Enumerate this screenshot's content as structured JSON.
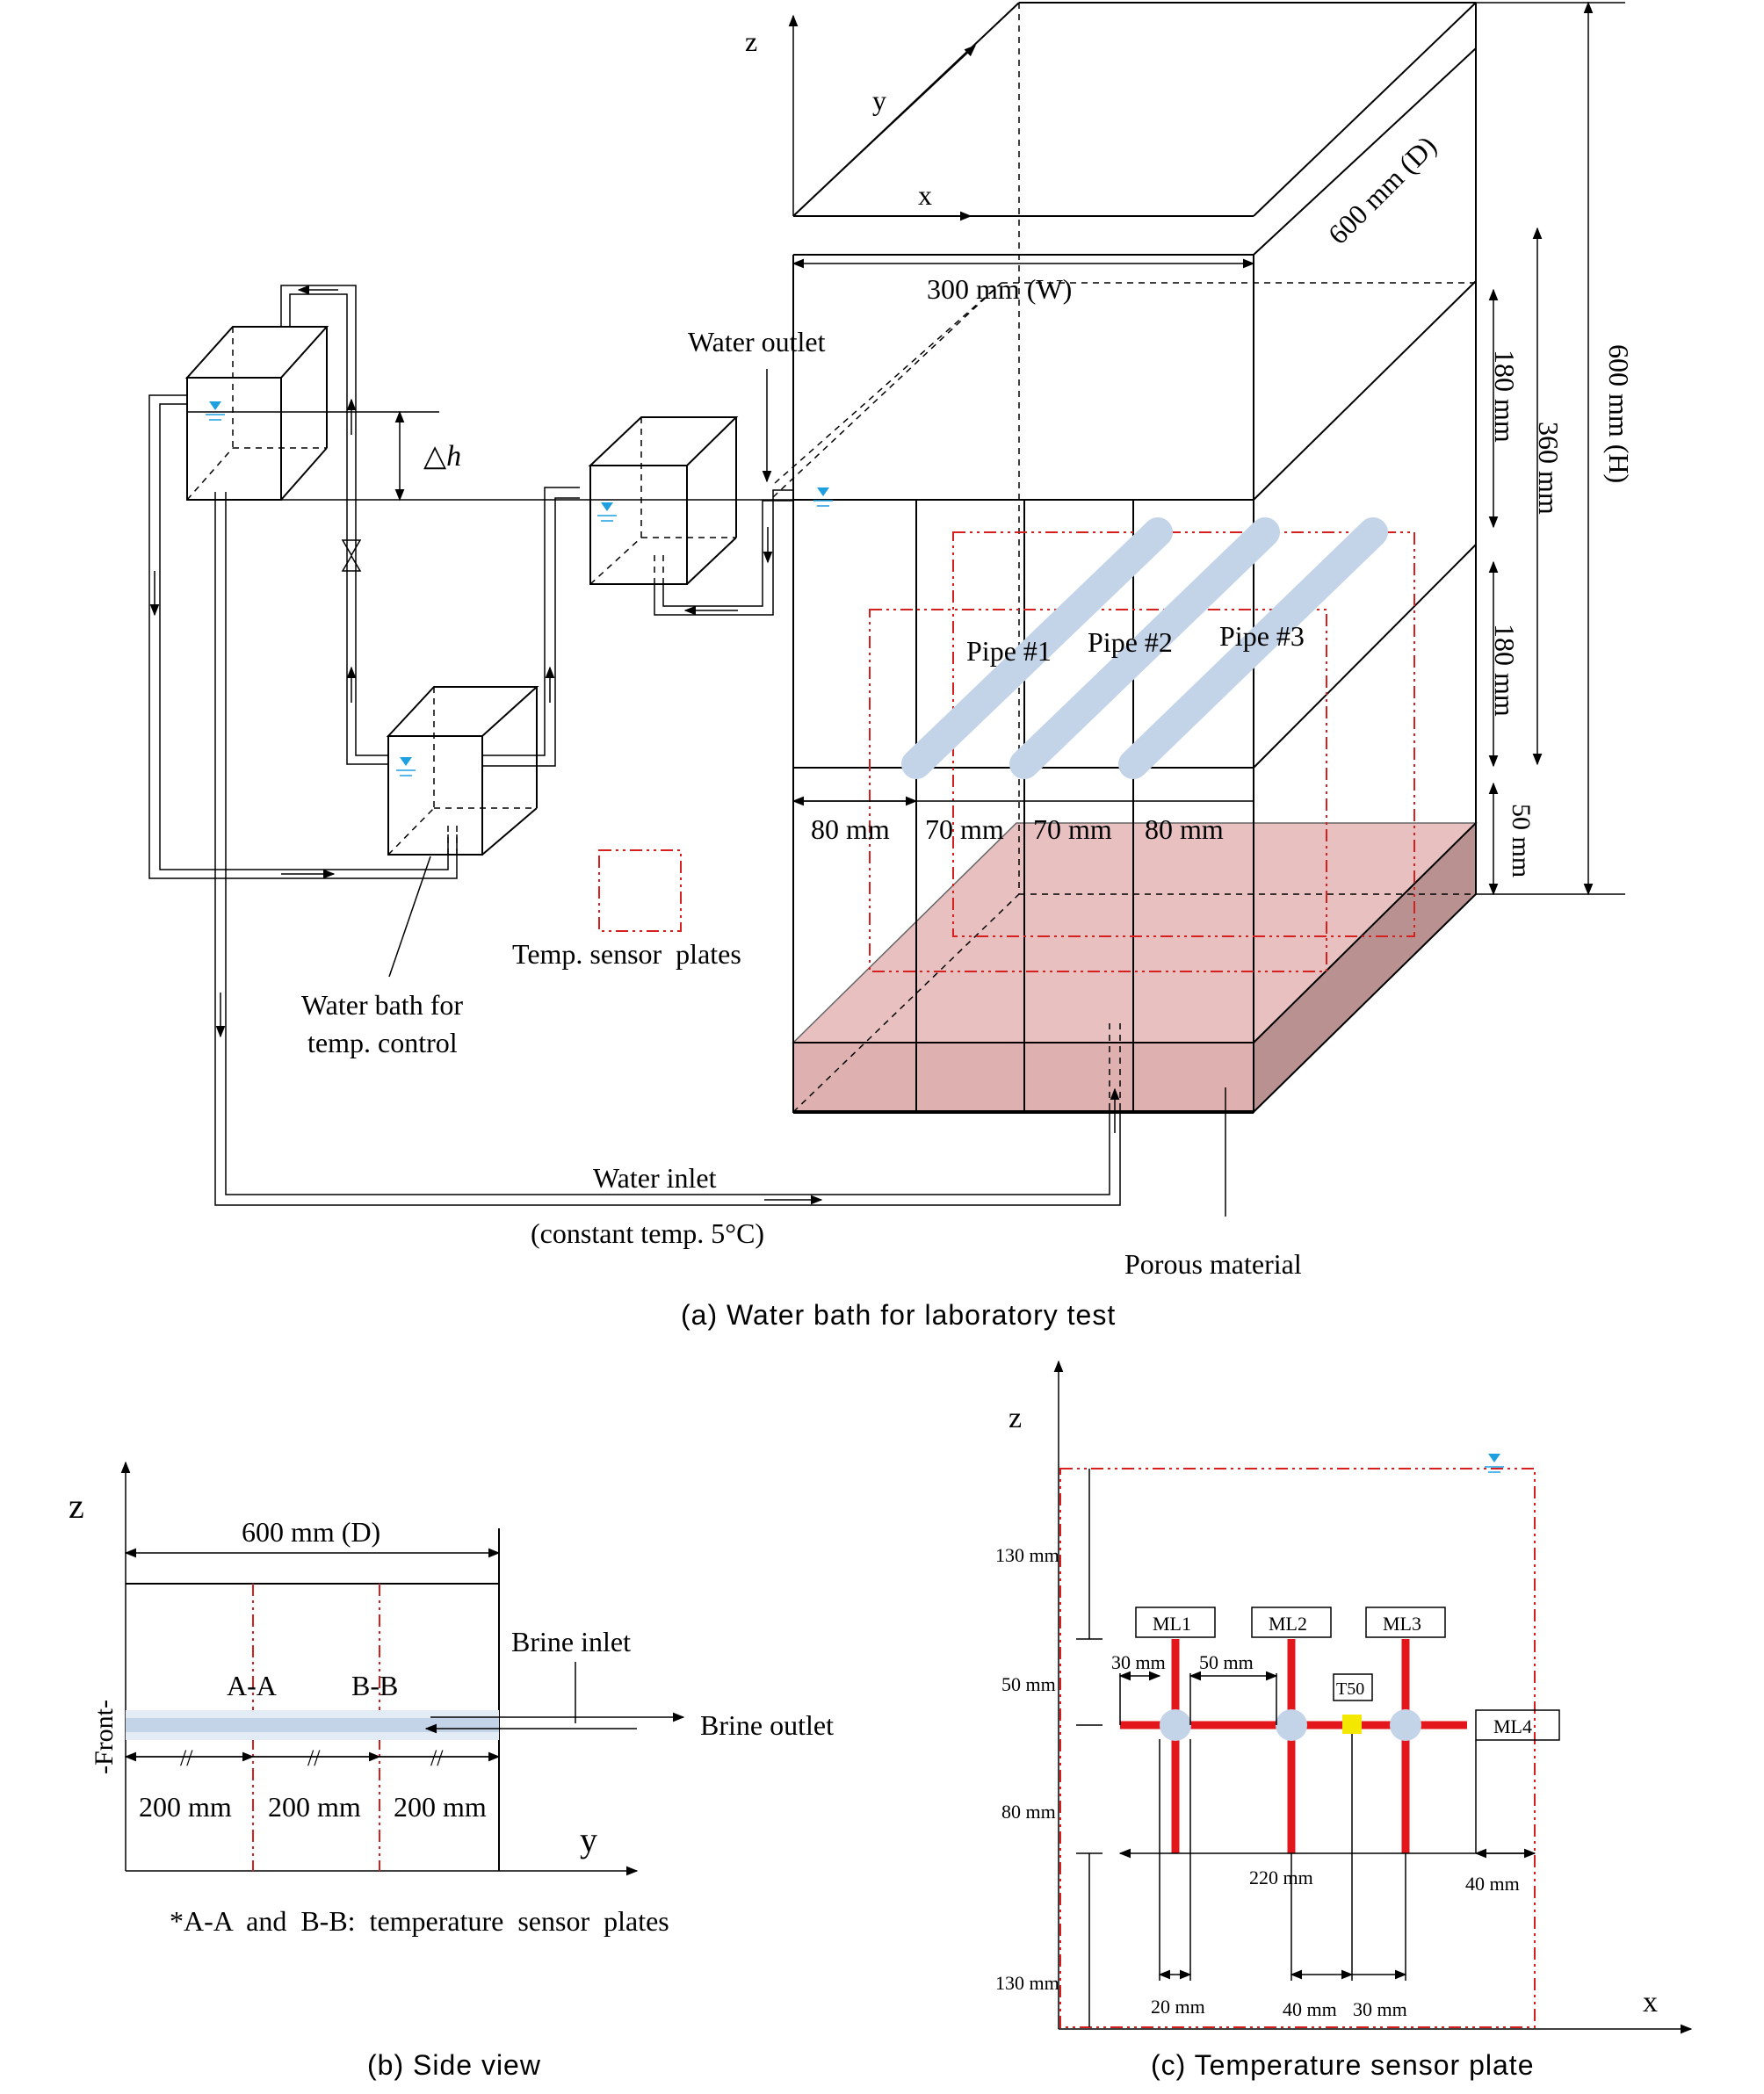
{
  "panel_a": {
    "caption": "(a) Water bath for laboratory test",
    "axis_z": "z",
    "axis_y": "y",
    "axis_x": "x",
    "dim_depth": "600 mm (D)",
    "dim_width": "300 mm (W)",
    "dim_height": "600 mm (H)",
    "dim_180_top": "180 mm",
    "dim_360": "360 mm",
    "dim_180_bottom": "180 mm",
    "dim_50": "50 mm",
    "water_outlet": "Water outlet",
    "delta_h_symbol": "△",
    "delta_h_var": "h",
    "pipe1": "Pipe #1",
    "pipe2": "Pipe #2",
    "pipe3": "Pipe #3",
    "spacing_80_left": "80 mm",
    "spacing_70_a": "70 mm",
    "spacing_70_b": "70 mm",
    "spacing_80_right": "80 mm",
    "legend_sensor": "Temp. sensor  plates",
    "water_bath_line1": "Water bath for",
    "water_bath_line2": "temp. control",
    "water_inlet": "Water inlet",
    "inlet_temp": "(constant temp. 5°C)",
    "porous": "Porous material",
    "colors": {
      "porous": "#e4b3b3",
      "porous_side": "#b99191",
      "pipe": "#c4d4e8",
      "sensor_outline": "#d62020",
      "water_marker": "#1ea0e0"
    }
  },
  "panel_b": {
    "caption": "(b) Side view",
    "axis_z": "z",
    "axis_y": "y",
    "dim_depth": "600 mm (D)",
    "front": "-Front-",
    "section_a": "A-A",
    "section_b": "B-B",
    "brine_inlet": "Brine inlet",
    "brine_outlet": "Brine outlet",
    "seg1": "200 mm",
    "seg2": "200 mm",
    "seg3": "200 mm",
    "note": "*A-A  and  B-B:  temperature  sensor  plates"
  },
  "panel_c": {
    "caption": "(c) Temperature sensor plate",
    "axis_z": "z",
    "axis_x": "x",
    "dim_130_top": "130 mm",
    "dim_50": "50 mm",
    "dim_80": "80 mm",
    "dim_130_bottom": "130 mm",
    "ml1": "ML1",
    "ml2": "ML2",
    "ml3": "ML3",
    "ml4": "ML4",
    "t50": "T50",
    "dim_30_top": "30 mm",
    "dim_50_top": "50 mm",
    "dim_220": "220 mm",
    "dim_40_right": "40 mm",
    "dim_20": "20 mm",
    "dim_40_bottom": "40 mm",
    "dim_30_bottom": "30 mm",
    "colors": {
      "rod": "#e3161b",
      "pipe": "#c4d4e8",
      "t50": "#f5e800"
    }
  }
}
